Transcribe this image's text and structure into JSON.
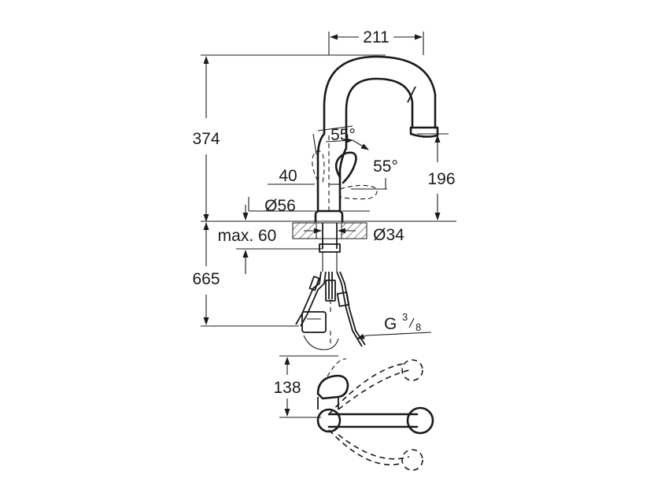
{
  "dimensions": {
    "width_211": "211",
    "height_374": "374",
    "angle_top": "55°",
    "angle_side": "55°",
    "offset_40": "40",
    "diameter_56": "Ø56",
    "height_196": "196",
    "max_thickness": "max. 60",
    "hole_34": "Ø34",
    "hose_665": "665",
    "thread_g": "G",
    "thread_num": "3",
    "thread_den": "8",
    "reach_138": "138"
  }
}
